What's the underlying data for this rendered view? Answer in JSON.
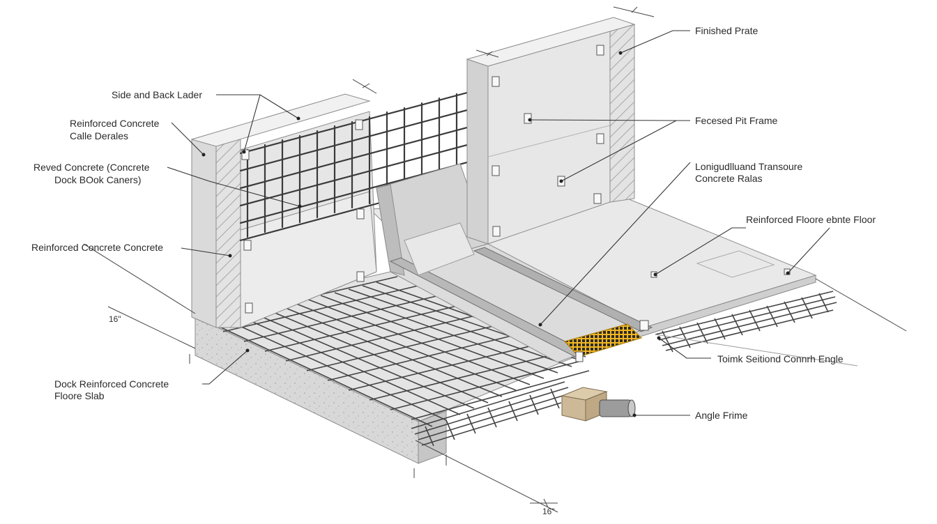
{
  "labels": {
    "finished_plate": "Finished Prate",
    "side_back_ladder": "Side and Back Lader",
    "reinforced_concrete_cable_1": "Reinforced Concrete",
    "reinforced_concrete_cable_2": "Calle Derales",
    "raised_concrete_1": "Reved Concrete (Concrete",
    "raised_concrete_2": "Dock BOok Caners)",
    "reinforced_concrete_concrete": "Reinforced Concrete Concrete",
    "recessed_pit_frame": "Fecesed Pit Frame",
    "longitudinal_1": "Lonigudlluand Transoure",
    "longitudinal_2": "Concrete Ralas",
    "reinforced_floor": "Reinforced Floore ebnte Floor",
    "trunk_section": "Toimk Seitiond Connrh Engle",
    "dock_slab_1": "Dock Reinforced Concrete",
    "dock_slab_2": "Floore Slab",
    "angle_frame": "Angle Frime"
  },
  "dimensions": {
    "left": "16\"",
    "bottom": "16\""
  },
  "colors": {
    "concrete_light": "#ececec",
    "concrete_mid": "#dedede",
    "concrete_dark": "#cfcfcf",
    "rebar": "#3a3a3a",
    "grate_yellow": "#f2b620",
    "pipe_box": "#cdb998"
  }
}
